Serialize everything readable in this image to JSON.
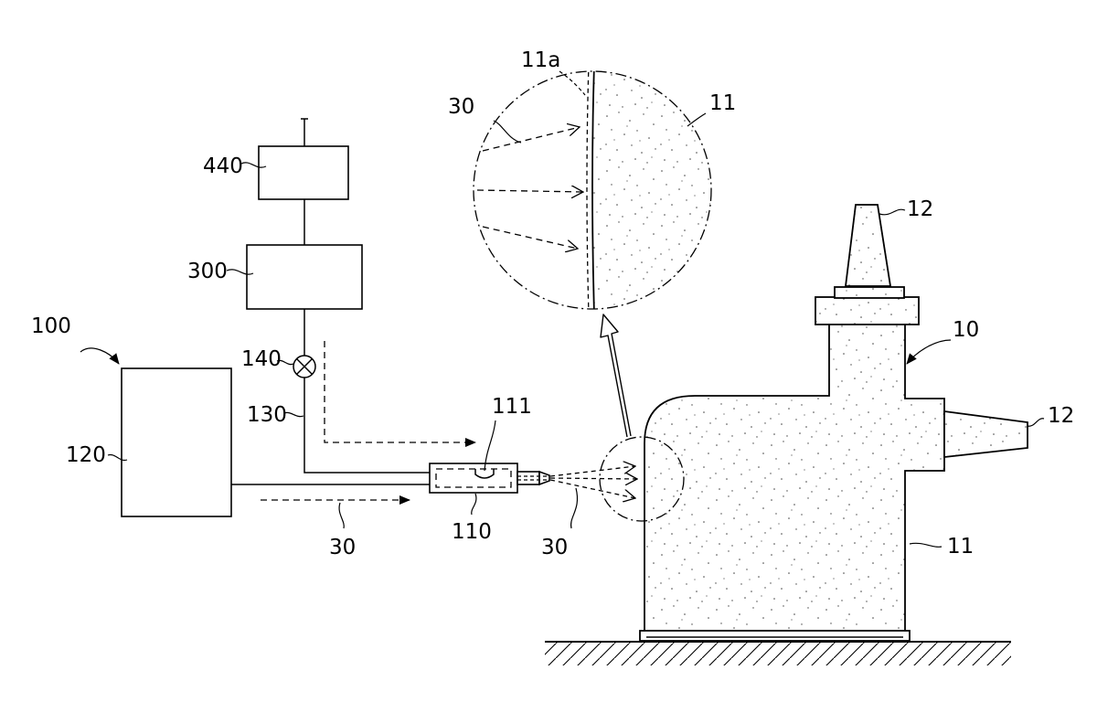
{
  "labels": {
    "lbl_440": "440",
    "lbl_300": "300",
    "lbl_100": "100",
    "lbl_120": "120",
    "lbl_140": "140",
    "lbl_130": "130",
    "lbl_110": "110",
    "lbl_111": "111",
    "lbl_30_bottom": "30",
    "lbl_30_nozzle": "30",
    "lbl_30_detail": "30",
    "lbl_11a": "11a",
    "lbl_11_detail": "11",
    "lbl_11_body": "11",
    "lbl_10": "10",
    "lbl_12_top": "12",
    "lbl_12_side": "12"
  }
}
